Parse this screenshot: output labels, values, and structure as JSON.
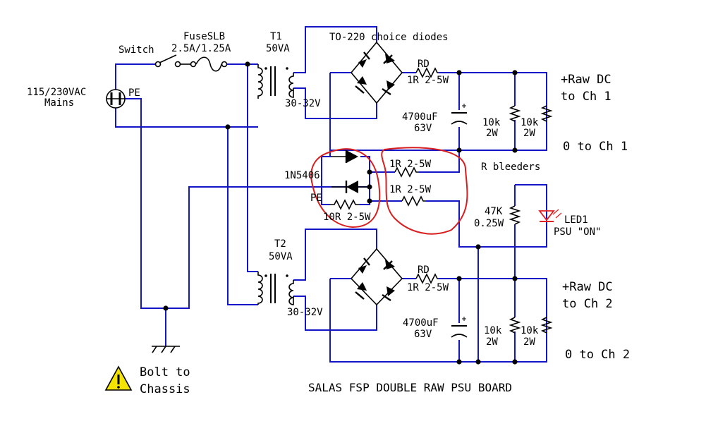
{
  "mains": {
    "label_line1": "115/230VAC",
    "label_line2": "Mains",
    "pe": "PE"
  },
  "switch_label": "Switch",
  "fuse": {
    "name": "FuseSLB",
    "rating": "2.5A/1.25A"
  },
  "t1": {
    "name": "T1",
    "va": "50VA",
    "secondary": "30-32V"
  },
  "t2": {
    "name": "T2",
    "va": "50VA",
    "secondary": "30-32V"
  },
  "bridge_top_label": "TO-220 choice diodes",
  "ch1": {
    "rd": "RD",
    "rd_value": "1R 2-5W",
    "cap_value": "4700uF",
    "cap_voltage": "63V",
    "r1_value": "10k",
    "r1_power": "2W",
    "r2_value": "10k",
    "r2_power": "2W",
    "out_pos_line1": "+Raw DC",
    "out_pos_line2": "to Ch 1",
    "out_zero": "0 to Ch 1"
  },
  "ch2": {
    "rd": "RD",
    "rd_value": "1R 2-5W",
    "cap_value": "4700uF",
    "cap_voltage": "63V",
    "r1_value": "10k",
    "r1_power": "2W",
    "r2_value": "10k",
    "r2_power": "2W",
    "out_pos_line1": "+Raw DC",
    "out_pos_line2": "to Ch 2",
    "out_zero": "0 to Ch 2"
  },
  "ground_lift": {
    "diode_label": "1N5406",
    "pe": "PE",
    "res_value": "10R 2-5W",
    "link1": "1R 2-5W",
    "link2": "1R 2-5W"
  },
  "bleeders_label": "R bleeders",
  "led": {
    "res_value": "47K",
    "res_power": "0.25W",
    "name": "LED1",
    "caption": "PSU \"ON\""
  },
  "chassis": {
    "line1": "Bolt to",
    "line2": "Chassis"
  },
  "board_title": "SALAS FSP DOUBLE RAW PSU BOARD",
  "colors": {
    "wire": "#1515c8",
    "annotation": "#d81e1e",
    "led": "#e02020",
    "warning": "#f2e300"
  }
}
